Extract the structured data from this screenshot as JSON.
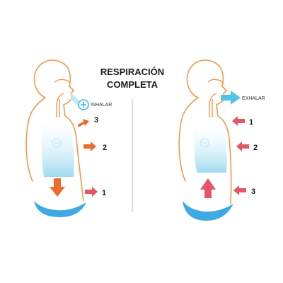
{
  "title": {
    "line1": "RESPIRACIÓN",
    "line2": "COMPLETA"
  },
  "left_panel": {
    "action_label": "INHALAR",
    "arrows": [
      {
        "label": "3",
        "direction": "out-up"
      },
      {
        "label": "2",
        "direction": "out"
      },
      {
        "label": "1",
        "direction": "out"
      }
    ],
    "diaphragm_arrow": "down",
    "indicator_icon": "plus-circle-icon"
  },
  "right_panel": {
    "action_label": "EXHALAR",
    "arrows": [
      {
        "label": "1",
        "direction": "in"
      },
      {
        "label": "2",
        "direction": "in"
      },
      {
        "label": "3",
        "direction": "in"
      }
    ],
    "diaphragm_arrow": "up",
    "indicator_icon": "air-out-arrow-icon"
  },
  "colors": {
    "outline": "#f2994a",
    "inhale_arrow": "#ec6a2c",
    "exhale_arrow": "#e45565",
    "diaphragm": "#3fa9e6",
    "air": "#4fc3e8",
    "lung_top": "#ffffff",
    "lung_bottom": "#a9def2"
  }
}
